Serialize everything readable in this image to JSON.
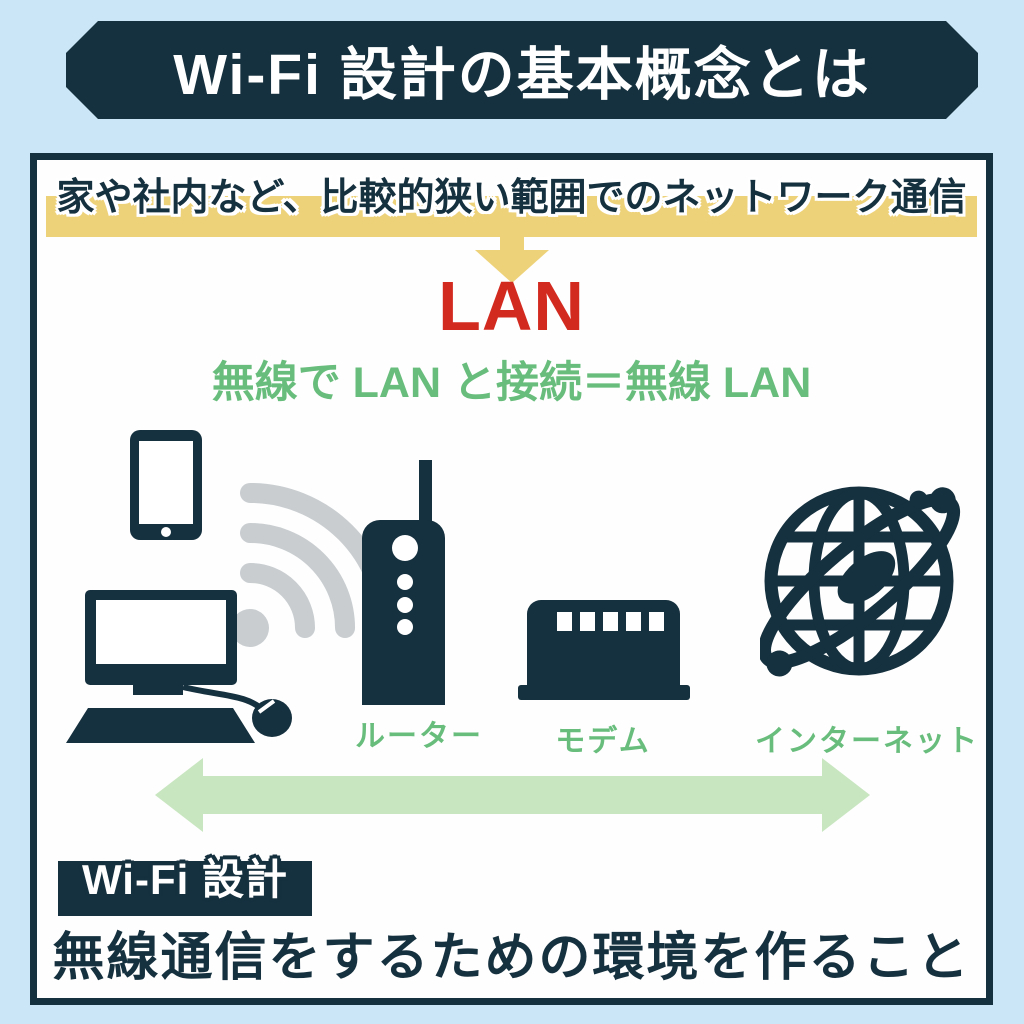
{
  "header": {
    "title": "Wi-Fi 設計の基本概念とは"
  },
  "lan_section": {
    "description": "家や社内など、比較的狭い範囲でのネットワーク通信",
    "term": "LAN",
    "wireless_note": "無線で LAN と接続＝無線 LAN"
  },
  "devices": {
    "router_label": "ルーター",
    "modem_label": "モデム",
    "internet_label": "インターネット"
  },
  "wifi_design_section": {
    "badge": "Wi-Fi 設計",
    "definition": "無線通信をするための環境を作ること"
  },
  "icons": {
    "tablet": "tablet-icon",
    "wifi": "wifi-signal-icon",
    "computer": "desktop-computer-icon",
    "router": "router-icon",
    "modem": "modem-icon",
    "internet": "internet-globe-icon",
    "down_arrow": "down-arrow-icon",
    "double_arrow": "double-headed-arrow-icon"
  },
  "colors": {
    "navy": "#15303e",
    "light_blue": "#cbe6f7",
    "yellow": "#eed27a",
    "red": "#d32a20",
    "green": "#68bd7c",
    "pale_green": "#c8e6c0",
    "gray": "#c9cdd0",
    "white": "#ffffff"
  }
}
